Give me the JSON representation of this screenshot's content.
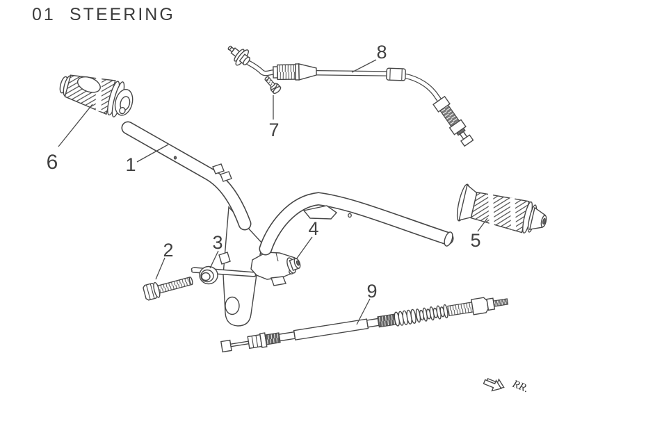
{
  "title": {
    "section_number": "01",
    "section_name": "STEERING"
  },
  "callouts": [
    {
      "number": "1"
    },
    {
      "number": "2"
    },
    {
      "number": "3"
    },
    {
      "number": "4"
    },
    {
      "number": "5"
    },
    {
      "number": "6"
    },
    {
      "number": "7"
    },
    {
      "number": "8"
    },
    {
      "number": "9"
    }
  ],
  "direction_marker": {
    "label": "RR."
  },
  "colors": {
    "line": "#474747",
    "text": "#3c3c3c",
    "dark_fill": "#6e6e6e",
    "background": "#ffffff"
  }
}
